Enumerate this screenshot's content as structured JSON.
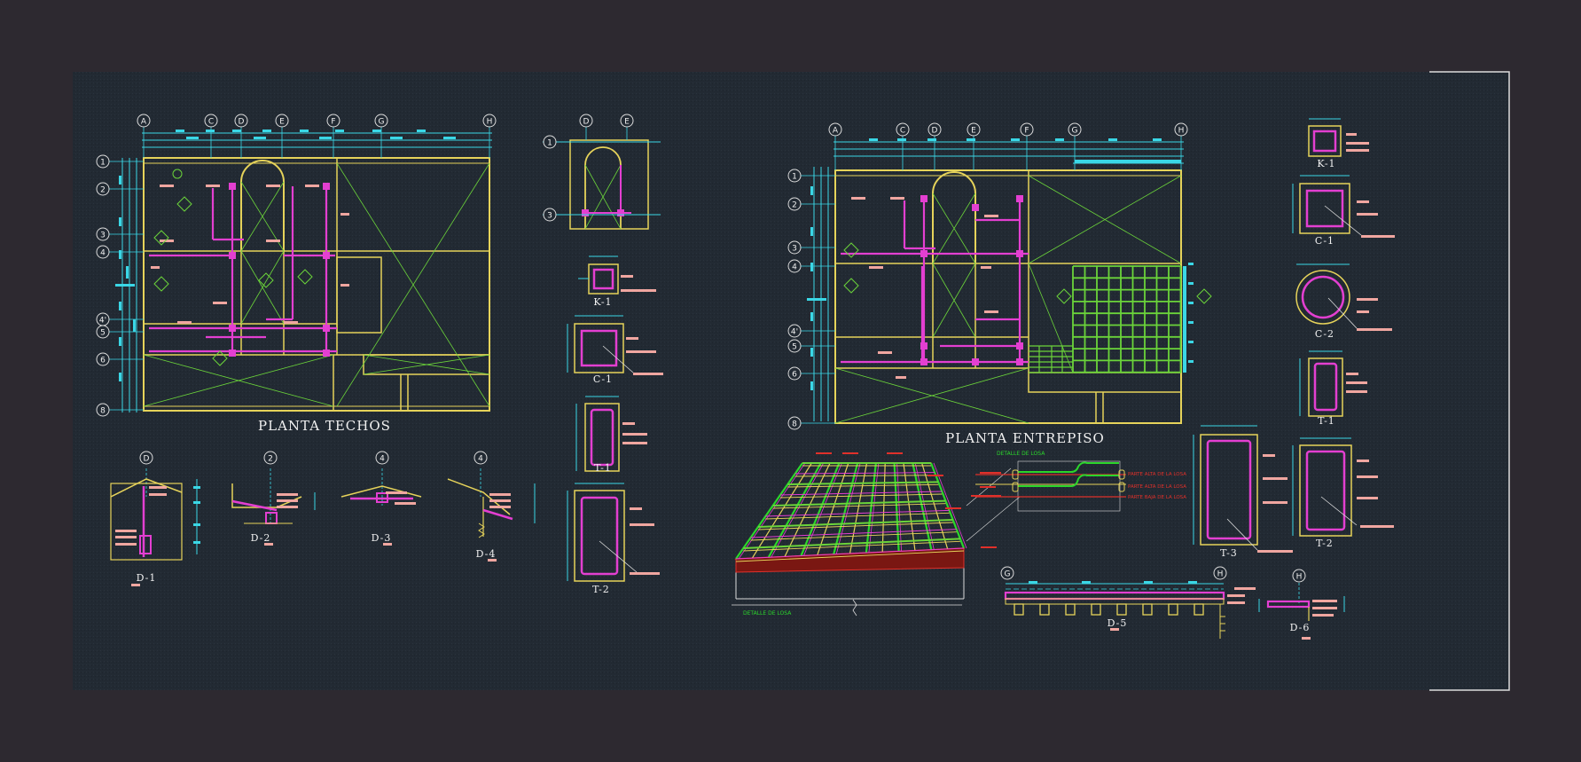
{
  "colors": {
    "background": "#2d2930",
    "sheet": "#222a33",
    "grid": "#3ad7e6",
    "wall": "#e6d35a",
    "beam": "#e33fd1",
    "hatch": "#6bd43a",
    "note": "#f0a6a0",
    "text": "#f0f0f0",
    "red": "#e0302a",
    "green": "#2bd62b"
  },
  "plans": {
    "roof": {
      "title": "PLANTA TECHOS",
      "axes_letters": [
        "A",
        "C",
        "D",
        "E",
        "F",
        "G",
        "H"
      ],
      "axes_numbers": [
        "1",
        "2",
        "3",
        "4",
        "4'",
        "5",
        "6",
        "8"
      ]
    },
    "floor": {
      "title": "PLANTA ENTREPISO",
      "axes_letters": [
        "A",
        "C",
        "D",
        "E",
        "F",
        "G",
        "H"
      ],
      "axes_numbers": [
        "1",
        "2",
        "3",
        "4",
        "4'",
        "5",
        "6",
        "8"
      ]
    },
    "stair": {
      "axes_letters": [
        "D",
        "E"
      ],
      "axes_numbers": [
        "1",
        "3"
      ]
    }
  },
  "sections_left": [
    "K-1",
    "C-1",
    "T-1",
    "T-2"
  ],
  "sections_right": [
    "K-1",
    "C-1",
    "C-2",
    "T-1",
    "T-3",
    "T-2"
  ],
  "details": {
    "d1": {
      "label": "D-1",
      "axis": "D"
    },
    "d2": {
      "label": "D-2",
      "axis": "2"
    },
    "d3": {
      "label": "D-3",
      "axis": "4"
    },
    "d4": {
      "label": "D-4",
      "axis": "4"
    },
    "d5": {
      "label": "D-5",
      "axes": [
        "G",
        "H"
      ]
    },
    "d6": {
      "label": "D-6",
      "axis": "H"
    }
  },
  "slab_detail": {
    "caption": "DETALLE DE LOSA",
    "section_title": "DETALLE DE LOSA",
    "notes": [
      "PARTE ALTA DE LA LOSA",
      "PARTE ALTA DE LA LOSA",
      "PARTE BAJA DE LA LOSA"
    ]
  }
}
